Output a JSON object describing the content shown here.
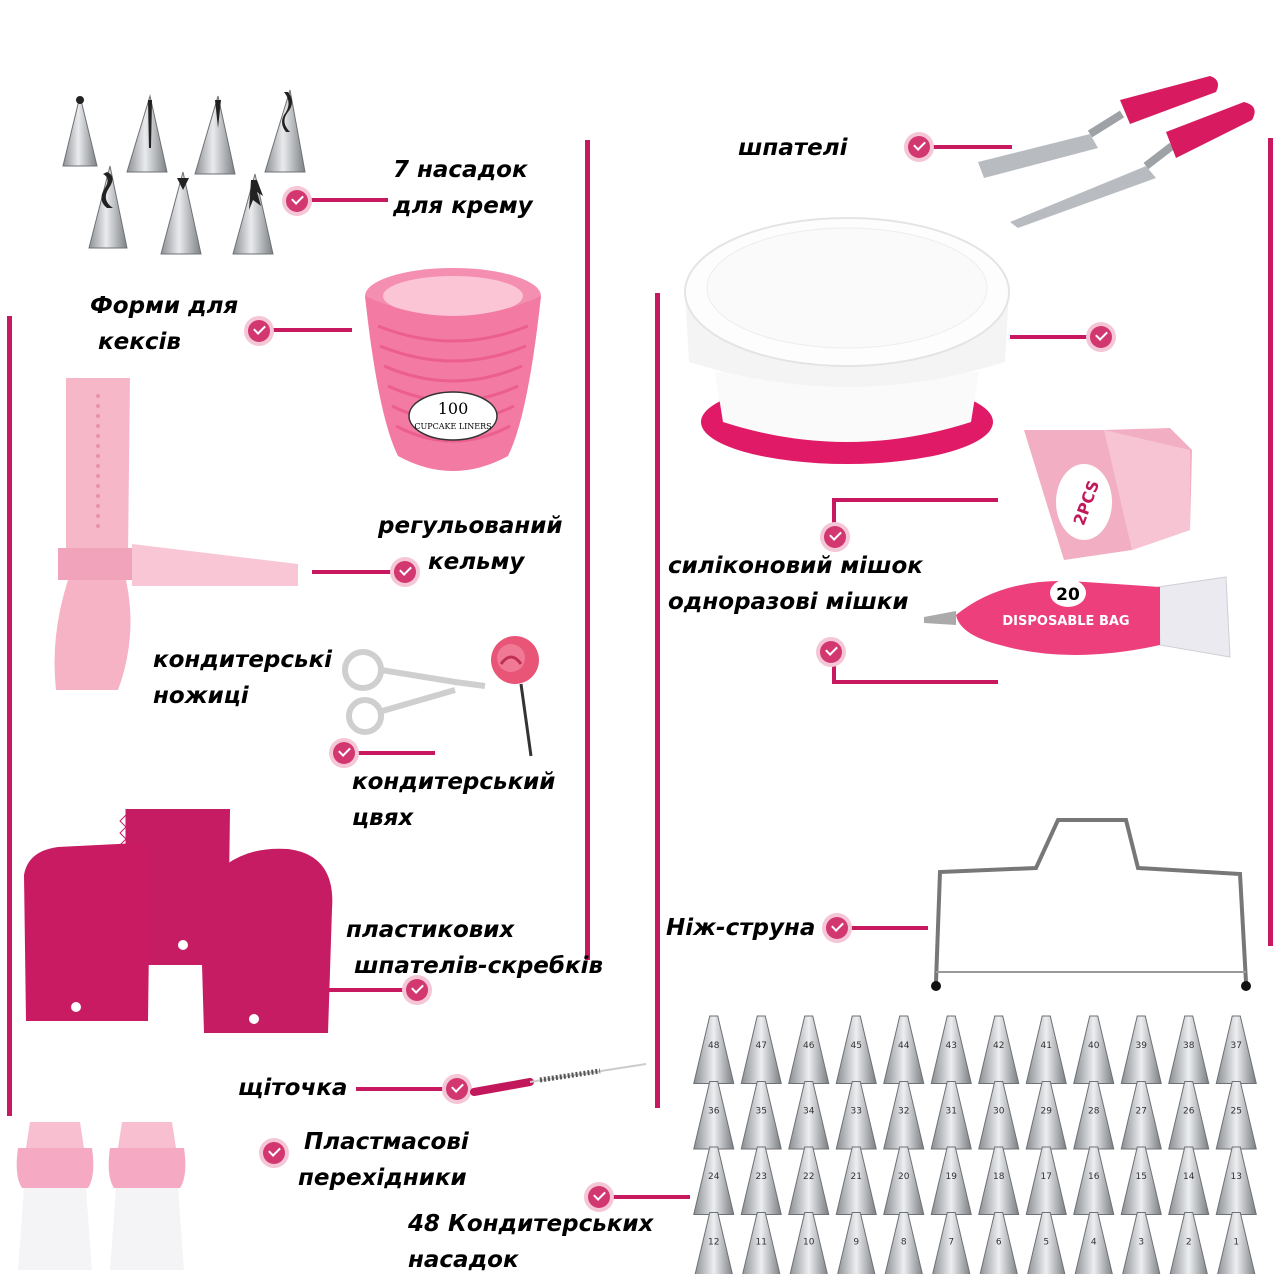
{
  "labels": {
    "nozzles7_line1": "7 насадок",
    "nozzles7_line2": "для крему",
    "spatulas": "шпателі",
    "cupcake_forms_line1": "Форми для",
    "cupcake_forms_line2": "кексів",
    "adjustable_trowel_line1": "регульований",
    "adjustable_trowel_line2": "кельму",
    "scissors_line1": "кондитерські",
    "scissors_line2": "ножиці",
    "nail_line1": "кондитерський",
    "nail_line2": "цвях",
    "scrapers_line1": "пластикових",
    "scrapers_line2": "шпателів-скребків",
    "brush": "щіточка",
    "adapters_line1": "Пластмасові",
    "adapters_line2": "перехідники",
    "nozzles48_line1": "48 Кондитерських",
    "nozzles48_line2": "насадок",
    "silicone_bag": "силіконовий мішок",
    "disposable_bags": "одноразові мішки",
    "wire_knife": "Ніж-струна"
  },
  "product_prints": {
    "cupcake_count": "100",
    "cupcake_text": "CUPCAKE LINERS",
    "bag_pack": "2PCS",
    "disposable_count": "20",
    "disposable_text": "DISPOSABLE BAG"
  },
  "nozzle_numbers": [
    [
      "48",
      "47",
      "46",
      "45",
      "44",
      "43",
      "42",
      "41",
      "40",
      "39",
      "38",
      "37"
    ],
    [
      "36",
      "35",
      "34",
      "33",
      "32",
      "31",
      "30",
      "29",
      "28",
      "27",
      "26",
      "25"
    ],
    [
      "24",
      "23",
      "22",
      "21",
      "20",
      "19",
      "18",
      "17",
      "16",
      "15",
      "14",
      "13"
    ],
    [
      "12",
      "11",
      "10",
      "9",
      "8",
      "7",
      "6",
      "5",
      "4",
      "3",
      "2",
      "1"
    ]
  ],
  "colors": {
    "accent": "#c8185f",
    "pink_light": "#f5b3c9",
    "pink_dark": "#c2185b",
    "steel": "#b9bcc0"
  }
}
